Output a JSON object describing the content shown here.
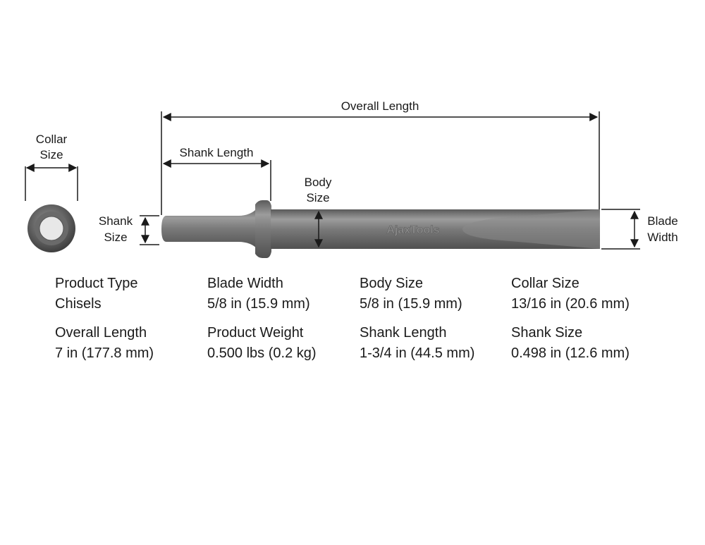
{
  "labels": {
    "collar_size": [
      "Collar",
      "Size"
    ],
    "overall_length": "Overall Length",
    "shank_length": "Shank Length",
    "body_size": [
      "Body",
      "Size"
    ],
    "shank_size": [
      "Shank",
      "Size"
    ],
    "blade_width": [
      "Blade",
      "Width"
    ],
    "logo": "AjaxTools"
  },
  "specs": [
    {
      "label": "Product Type",
      "value": "Chisels"
    },
    {
      "label": "Blade Width",
      "value": "5/8 in (15.9 mm)"
    },
    {
      "label": "Body Size",
      "value": "5/8 in (15.9 mm)"
    },
    {
      "label": "Collar Size",
      "value": "13/16 in (20.6 mm)"
    },
    {
      "label": "Overall Length",
      "value": "7 in (177.8 mm)"
    },
    {
      "label": "Product Weight",
      "value": "0.500 lbs (0.2 kg)"
    },
    {
      "label": "Shank Length",
      "value": "1-3/4 in (44.5 mm)"
    },
    {
      "label": "Shank Size",
      "value": "0.498 in (12.6 mm)"
    }
  ],
  "colors": {
    "tool_body": "#6e6e6e",
    "tool_highlight": "#9a9a9a",
    "tool_dark": "#4a4a4a",
    "line": "#1a1a1a"
  }
}
